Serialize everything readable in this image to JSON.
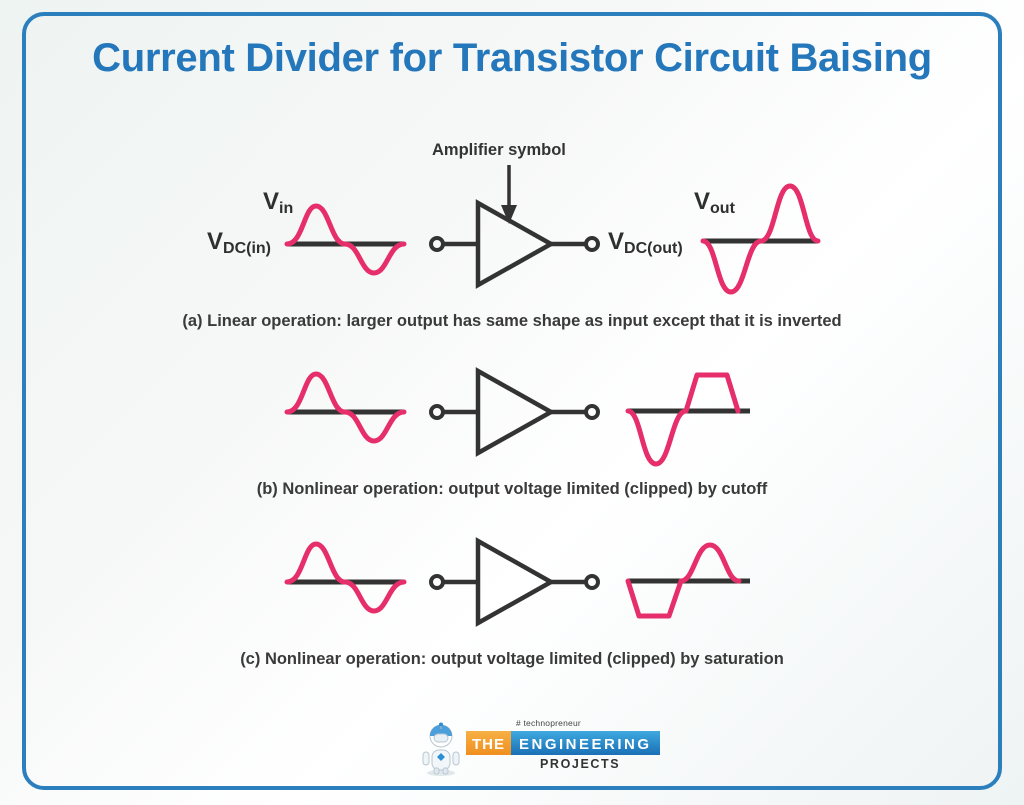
{
  "page": {
    "title": "Current Divider for Transistor Circuit Baising",
    "border_color": "#2c7fbd",
    "title_color": "#2477bb",
    "wave_color": "#e62e6b",
    "circuit_color": "#333333",
    "background": "#f3f7f6"
  },
  "annotations": {
    "amplifier_symbol": "Amplifier symbol"
  },
  "rows": [
    {
      "id": "row-a",
      "caption": "(a) Linear operation: larger output has same shape as input except that it is inverted",
      "input_label_dc": {
        "base": "V",
        "sub": "DC(in)"
      },
      "input_label_signal": {
        "base": "V",
        "sub": "in"
      },
      "output_label_dc": {
        "base": "V",
        "sub": "DC(out)"
      },
      "output_label_signal": {
        "base": "V",
        "sub": "out"
      },
      "input_wave": "sine-positive-first-small",
      "output_wave": "sine-inverted-large"
    },
    {
      "id": "row-b",
      "caption": "(b) Nonlinear operation: output voltage limited (clipped) by cutoff",
      "input_wave": "sine-positive-first-small",
      "output_wave": "sine-inverted-clipped-top"
    },
    {
      "id": "row-c",
      "caption": "(c) Nonlinear operation: output voltage limited (clipped) by saturation",
      "input_wave": "sine-positive-first-small",
      "output_wave": "sine-inverted-clipped-bottom"
    }
  ],
  "logo": {
    "tagline": "# technopreneur",
    "word_the": "THE",
    "word_engineering": "ENGINEERING",
    "word_projects": "PROJECTS",
    "the_color": "#ef8f1f",
    "engineering_color": "#1a6fb5"
  }
}
